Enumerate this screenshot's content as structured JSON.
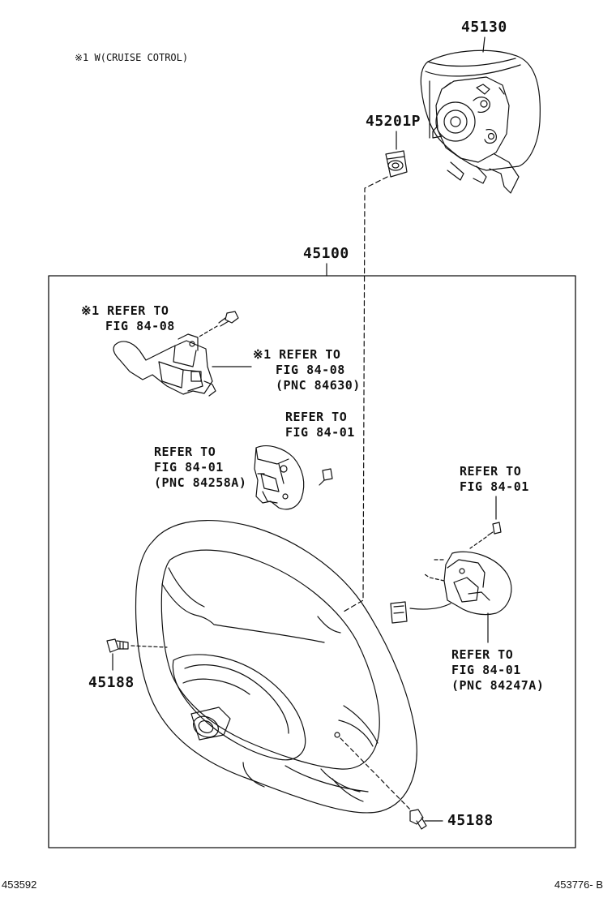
{
  "note": "※1 W(CRUISE COTROL)",
  "parts": {
    "p45130": "45130",
    "p45201p": "45201P",
    "p45100": "45100",
    "p45188_left": "45188",
    "p45188_bottom": "45188"
  },
  "refs": {
    "cruise_switch_screw": [
      "※1 REFER TO",
      "FIG 84-08"
    ],
    "cruise_switch": [
      "※1 REFER TO",
      "FIG 84-08",
      "(PNC 84630)"
    ],
    "center_screw": [
      "REFER TO",
      "FIG 84-01"
    ],
    "left_switch": [
      "REFER TO",
      "FIG 84-01",
      "(PNC 84258A)"
    ],
    "right_screw": [
      "REFER TO",
      "FIG 84-01"
    ],
    "right_switch": [
      "REFER TO",
      "FIG 84-01",
      "(PNC 84247A)"
    ]
  },
  "footer": {
    "left_id": "453592",
    "right_id": "453776- B"
  }
}
